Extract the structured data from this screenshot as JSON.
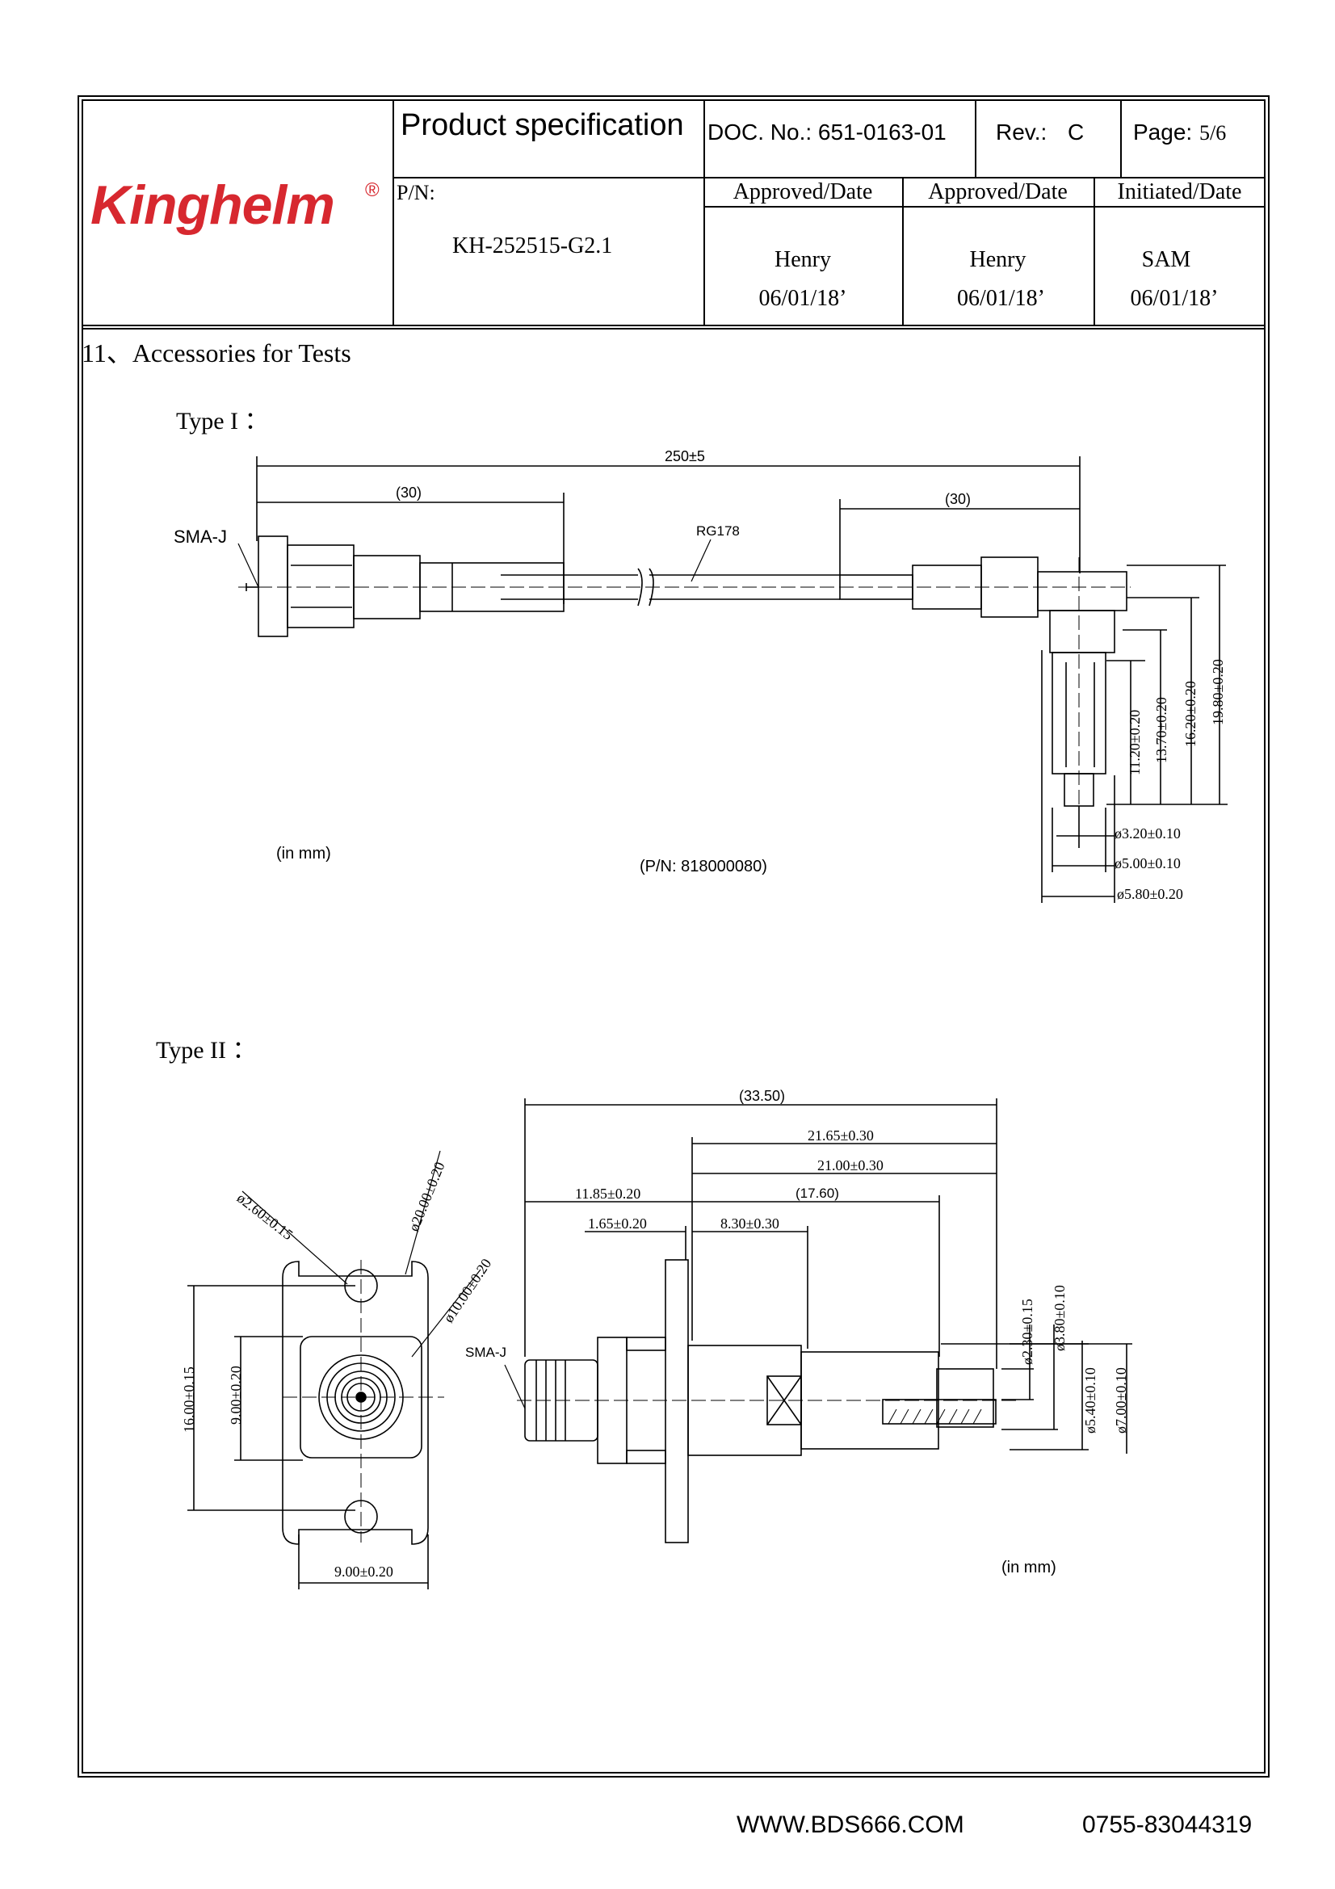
{
  "header": {
    "logo": {
      "text": "Kinghelm",
      "mark": "®",
      "color": "#d7282f"
    },
    "title": "Product specification",
    "doc_label": "DOC. No.: 651-0163-01",
    "rev_label": "Rev.:",
    "rev_value": "C",
    "page_label": "Page:",
    "page_value": "5/6",
    "pn_label": "P/N:",
    "pn_value": "KH-252515-G2.1",
    "columns": [
      {
        "head": "Approved/Date",
        "name": "Henry",
        "date": "06/01/18’"
      },
      {
        "head": "Approved/Date",
        "name": "Henry",
        "date": "06/01/18’"
      },
      {
        "head": "Initiated/Date",
        "name": "SAM",
        "date": "06/01/18’"
      }
    ]
  },
  "section": {
    "heading": "11、Accessories for Tests",
    "type1_label": "Type I ：",
    "type2_label": "Type II ："
  },
  "type1": {
    "overall": "250±5",
    "left_len": "(30)",
    "right_len": "(30)",
    "cable": "RG178",
    "connector": "SMA-J",
    "units": "(in mm)",
    "pn": "(P/N: 818000080)",
    "heights": [
      "11.20±0.20",
      "13.70±0.20",
      "16.20±0.20",
      "19.80±0.20"
    ],
    "diameters": [
      "ø3.20±0.10",
      "ø5.00±0.10",
      "ø5.80±0.20"
    ]
  },
  "type2": {
    "overall": "(33.50)",
    "d1": "21.65±0.30",
    "d2": "21.00±0.30",
    "d3": "11.85±0.20",
    "d4": "(17.60)",
    "d5": "1.65±0.20",
    "d6": "8.30±0.30",
    "hole": "ø2.60±0.15",
    "outer": "ø20.00±0.20",
    "inner": "ø10.00±0.20",
    "connector": "SMA-J",
    "flange_h": "16.00±0.15",
    "body_h": "9.00±0.20",
    "width": "9.00±0.20",
    "pin1": "ø2.30±0.15",
    "pin2": "ø3.80±0.10",
    "pin3": "ø5.40±0.10",
    "pin4": "ø7.00±0.10",
    "units": "(in mm)"
  },
  "footer": {
    "website": "WWW.BDS666.COM",
    "phone": "0755-83044319"
  }
}
